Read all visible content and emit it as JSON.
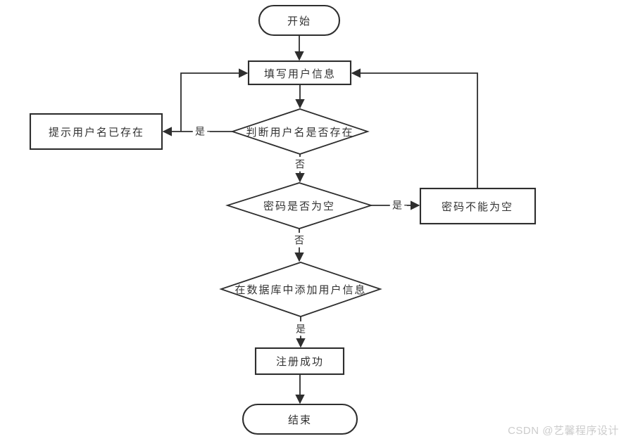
{
  "diagram": {
    "nodes": {
      "start": "开始",
      "fill_user_info": "填写用户信息",
      "check_username_exists": "判断用户名是否存在",
      "prompt_username_exists": "提示用户名已存在",
      "check_password_empty": "密码是否为空",
      "password_cannot_be_empty": "密码不能为空",
      "add_user_info_to_database": "在数据库中添加用户信息",
      "register_success": "注册成功",
      "end": "结束"
    },
    "edge_labels": {
      "username_exists_yes": "是",
      "username_exists_no": "否",
      "password_empty_yes": "是",
      "password_empty_no": "否",
      "db_add_yes": "是"
    },
    "colors": {
      "line": "#2e2e2e",
      "text": "#333333",
      "node_fill": "#ffffff",
      "background": "#ffffff",
      "watermark": "#cccccc"
    }
  },
  "watermark": {
    "text": "CSDN @艺馨程序设计"
  }
}
